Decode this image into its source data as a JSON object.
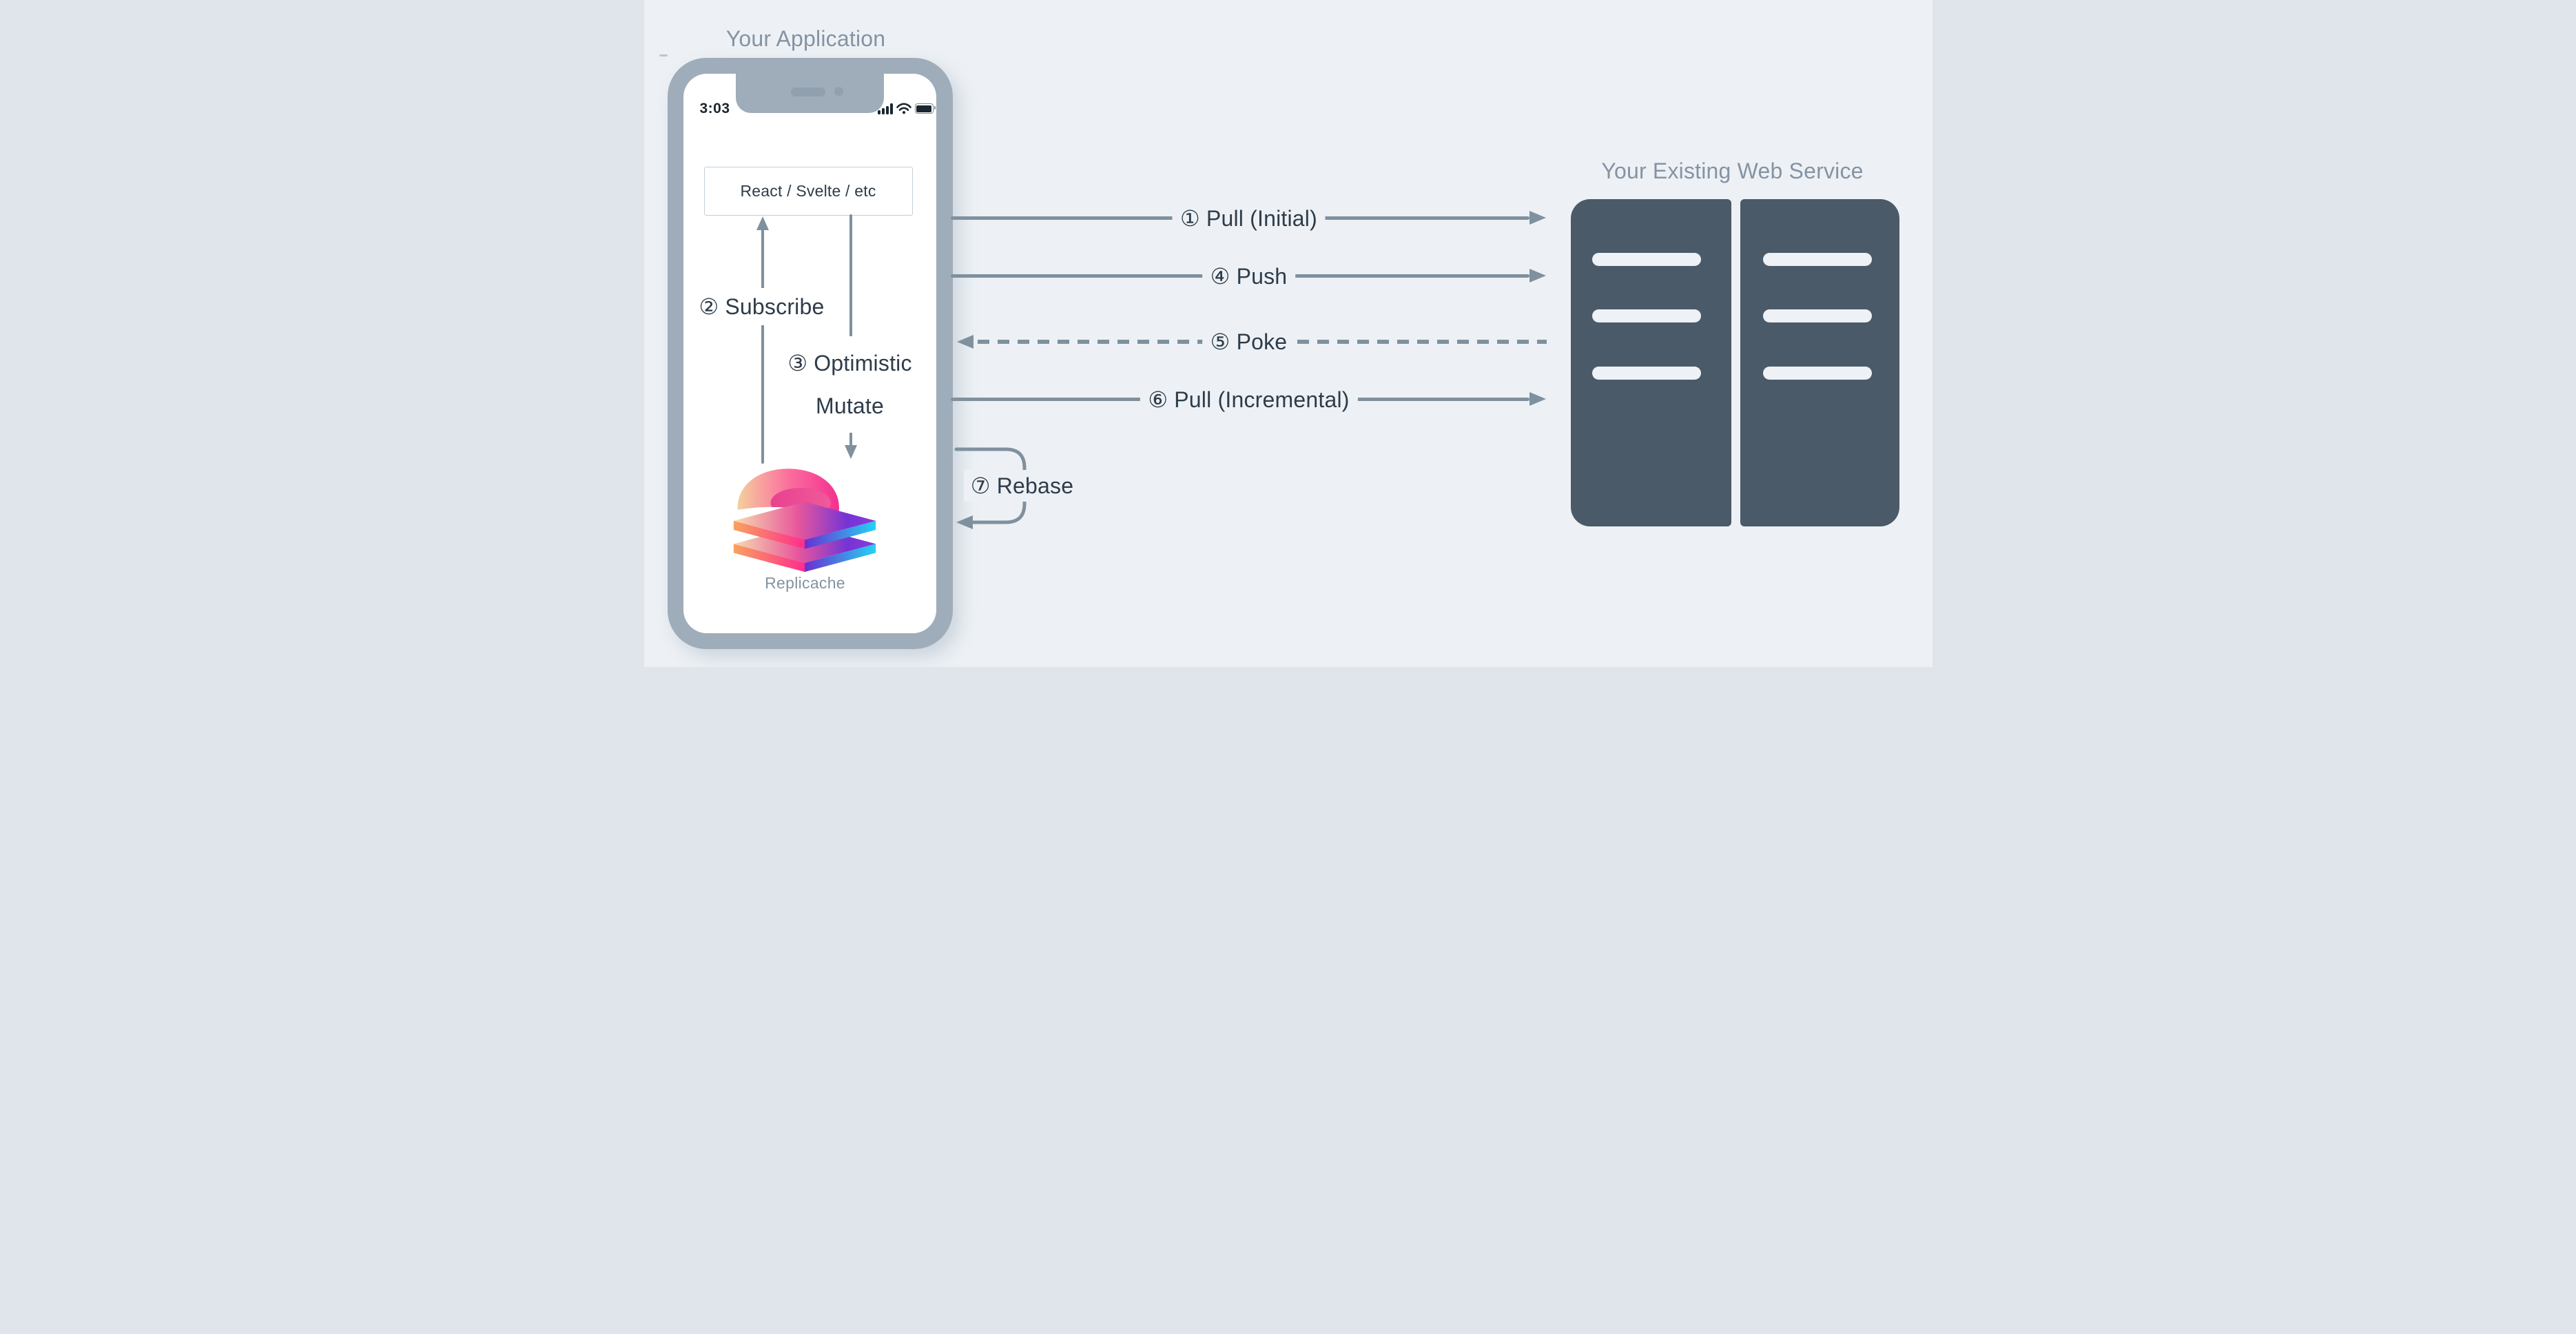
{
  "diagram": {
    "left_title": "Your Application",
    "right_title": "Your Existing Web Service",
    "phone": {
      "status_time": "3:03",
      "framework_box_label": "React / Svelte / etc",
      "logo_caption": "Replicache"
    },
    "steps": {
      "pull_initial": {
        "num": "①",
        "label": "Pull (Initial)"
      },
      "subscribe": {
        "num": "②",
        "label": "Subscribe"
      },
      "optimistic_mutate": {
        "num": "③",
        "line1": "Optimistic",
        "line2": "Mutate"
      },
      "push": {
        "num": "④",
        "label": "Push"
      },
      "poke": {
        "num": "⑤",
        "label": "Poke"
      },
      "pull_incremental": {
        "num": "⑥",
        "label": "Pull (Incremental)"
      },
      "rebase": {
        "num": "⑦",
        "label": "Rebase"
      }
    },
    "colors": {
      "background": "#edf1f5",
      "phone_bezel": "#9fadba",
      "line": "#7f909e",
      "label_text": "#2e3c4a",
      "muted_title": "#8593a3",
      "server_body": "#4a5a68",
      "box_border": "#c3cfda",
      "status_text": "#1b2630"
    }
  }
}
